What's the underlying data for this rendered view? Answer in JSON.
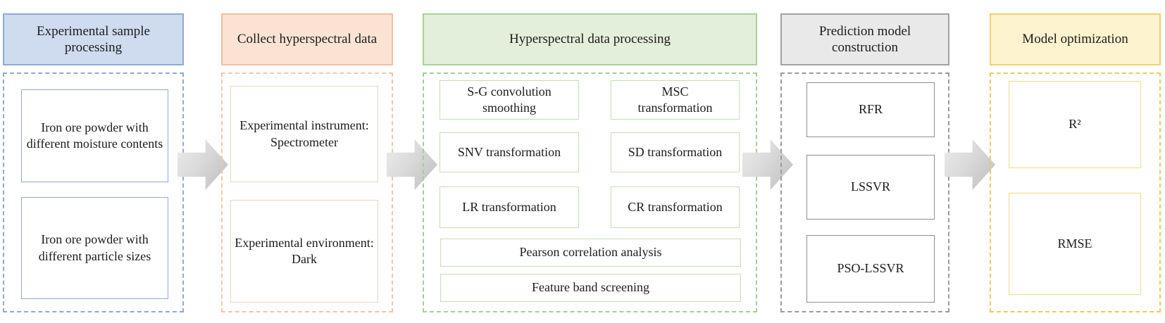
{
  "diagram": {
    "type": "pipeline-flowchart",
    "direction": "left-to-right",
    "arrow": {
      "glyph": "right-block-arrow",
      "color": "#cfcfcf",
      "count": 4
    }
  },
  "columns": [
    {
      "id": "sample-processing",
      "header": "Experimental sample\nprocessing",
      "theme": {
        "header_fill": "#cfdbee",
        "header_border": "#8ea9d9",
        "box_border": "#8ea9d9",
        "dash_border": "#8ea9d9"
      },
      "boxes": [
        "Iron ore powder with different moisture contents",
        "Iron ore powder with different particle sizes"
      ]
    },
    {
      "id": "collect-data",
      "header": "Collect hyperspectral data",
      "theme": {
        "header_fill": "#fbe3d3",
        "header_border": "#eec09c",
        "box_border": "#f3d2b6",
        "dash_border": "#f0c8a6"
      },
      "boxes": [
        "Experimental instrument: Spectrometer",
        "Experimental environment: Dark"
      ]
    },
    {
      "id": "data-processing",
      "header": "Hyperspectral data processing",
      "theme": {
        "header_fill": "#e3efda",
        "header_border": "#abd096",
        "box_border": "#c3dfb2",
        "dash_border": "#a5cf90"
      },
      "boxes": [
        "S-G convolution\nsmoothing",
        "MSC\ntransformation",
        "SNV transformation",
        "SD transformation",
        "LR transformation",
        "CR transformation",
        "Pearson correlation analysis",
        "Feature band screening"
      ]
    },
    {
      "id": "model-construction",
      "header": "Prediction model\nconstruction",
      "theme": {
        "header_fill": "#e9e9e9",
        "header_border": "#a2a2a2",
        "box_border": "#8e8e8e",
        "dash_border": "#9b9b9b"
      },
      "boxes": [
        "RFR",
        "LSSVR",
        "PSO-LSSVR"
      ]
    },
    {
      "id": "model-optimization",
      "header": "Model optimization",
      "theme": {
        "header_fill": "#fef3cf",
        "header_border": "#eed171",
        "box_border": "#f3da84",
        "dash_border": "#e9cc5f"
      },
      "boxes": [
        "R²",
        "RMSE"
      ]
    }
  ]
}
